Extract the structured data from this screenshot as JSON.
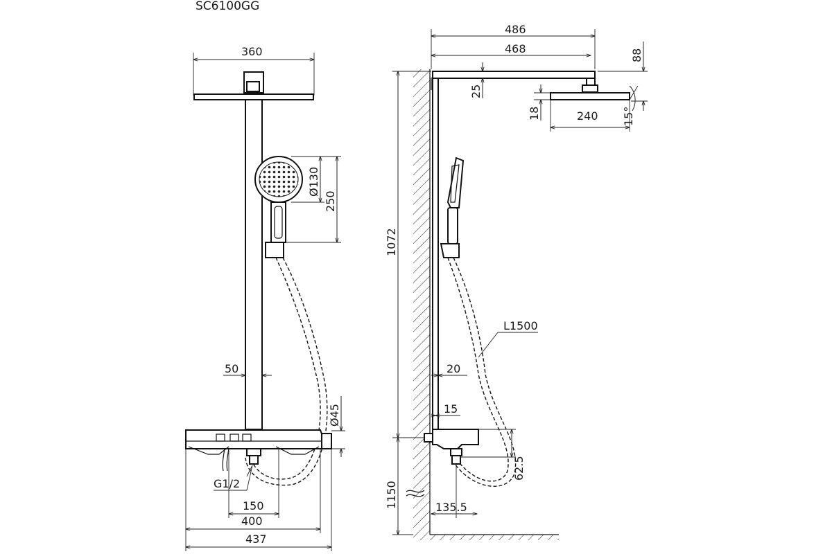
{
  "model": "SC6100GG",
  "front": {
    "dims": {
      "overhead_width": "360",
      "handheld_diameter": "Ø130",
      "handheld_length": "250",
      "pipe_width": "50",
      "outlet_diameter": "Ø45",
      "thread": "G1/2",
      "inlet_spacing": "150",
      "shelf_width": "400",
      "total_width": "437"
    }
  },
  "side": {
    "dims": {
      "arm_total": "486",
      "arm_projection": "468",
      "arm_drop": "88",
      "arm_thickness": "25",
      "head_thickness": "18",
      "head_diameter": "240",
      "tilt_angle": "15°",
      "upper_height": "1072",
      "hose_length": "L1500",
      "pipe_offset": "20",
      "mount_offset": "15",
      "lower_height": "1150",
      "valve_height": "62.5",
      "valve_depth": "135.5"
    }
  }
}
